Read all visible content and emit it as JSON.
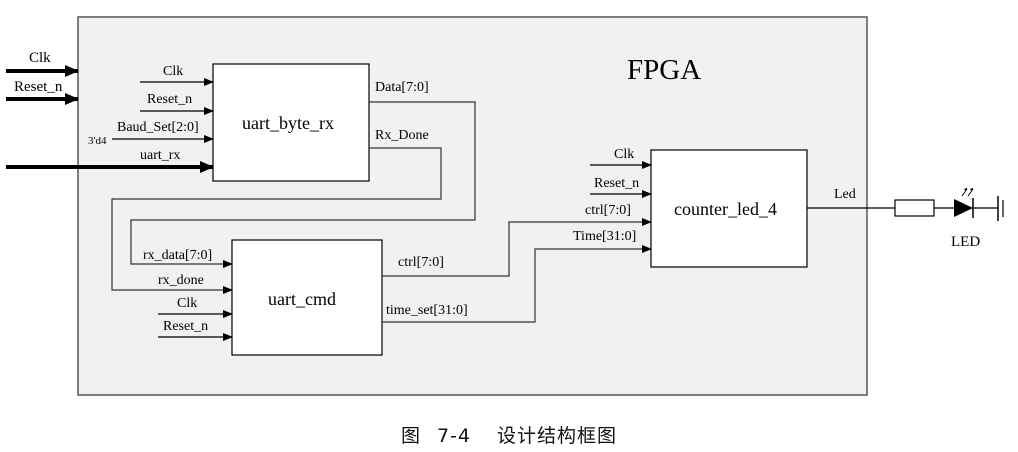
{
  "diagram": {
    "container_label": "FPGA",
    "colors": {
      "frame_fill": "#f1f1f1",
      "block_fill": "#ffffff",
      "wire": "#000000"
    },
    "external_inputs": [
      {
        "label": "Clk"
      },
      {
        "label": "Reset_n"
      }
    ],
    "blocks": {
      "uart_byte_rx": {
        "name": "uart_byte_rx",
        "inputs": [
          "Clk",
          "Reset_n",
          "Baud_Set[2:0]",
          "uart_rx"
        ],
        "baud_constant": "3'd4",
        "outputs": [
          "Data[7:0]",
          "Rx_Done"
        ]
      },
      "uart_cmd": {
        "name": "uart_cmd",
        "inputs": [
          "rx_data[7:0]",
          "rx_done",
          "Clk",
          "Reset_n"
        ],
        "outputs": [
          "ctrl[7:0]",
          "time_set[31:0]"
        ]
      },
      "counter_led_4": {
        "name": "counter_led_4",
        "inputs": [
          "Clk",
          "Reset_n",
          "ctrl[7:0]",
          "Time[31:0]"
        ],
        "outputs": [
          "Led"
        ]
      }
    },
    "external_device": {
      "label": "LED"
    }
  },
  "caption": {
    "prefix": "图",
    "number": "7-4",
    "title": "设计结构框图"
  }
}
